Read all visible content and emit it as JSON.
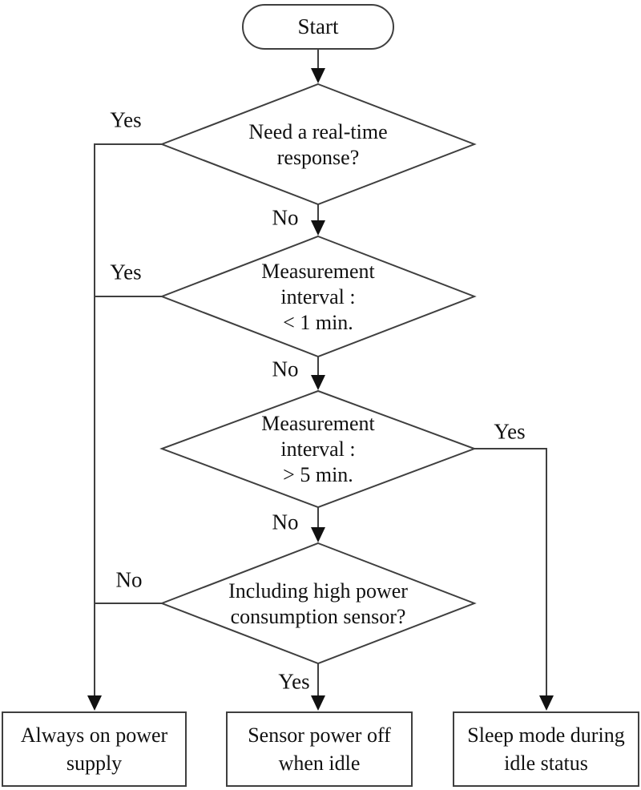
{
  "colors": {
    "line": "#3f3f3f",
    "arrow": "#111111",
    "text": "#111111",
    "background": "#ffffff"
  },
  "flowchart": {
    "start": {
      "label": "Start"
    },
    "decisions": [
      {
        "lines": [
          "Need a real-time",
          "response?"
        ]
      },
      {
        "lines": [
          "Measurement",
          "interval :",
          "< 1 min."
        ]
      },
      {
        "lines": [
          "Measurement",
          "interval :",
          "> 5 min."
        ]
      },
      {
        "lines": [
          "Including high power",
          "consumption sensor?"
        ]
      }
    ],
    "edge_labels": {
      "d1_yes": "Yes",
      "d1_no": "No",
      "d2_yes": "Yes",
      "d2_no": "No",
      "d3_yes": "Yes",
      "d3_no": "No",
      "d4_no": "No",
      "d4_yes": "Yes"
    },
    "terminals": [
      {
        "lines": [
          "Always on power",
          "supply"
        ]
      },
      {
        "lines": [
          "Sensor power off",
          "when idle"
        ]
      },
      {
        "lines": [
          "Sleep mode during",
          "idle status"
        ]
      }
    ]
  }
}
